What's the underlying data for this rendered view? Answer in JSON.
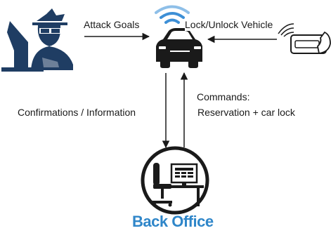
{
  "labels": {
    "attack_goals": "Attack Goals",
    "lock_unlock": "Lock/Unlock Vehicle",
    "commands_line1": "Commands:",
    "commands_line2": "Reservation + car lock",
    "confirmations": "Confirmations / Information",
    "back_office": "Back Office"
  },
  "colors": {
    "hacker": "#1f3d63",
    "car": "#1a1a1a",
    "wifi": "#3d8fd6",
    "back_office_text": "#2f86c9",
    "arrow": "#1a1a1a"
  },
  "icons": {
    "attacker": "hacker-icon",
    "vehicle": "connected-car-icon",
    "key": "contactless-card-key-icon",
    "office": "back-office-workstation-icon"
  }
}
